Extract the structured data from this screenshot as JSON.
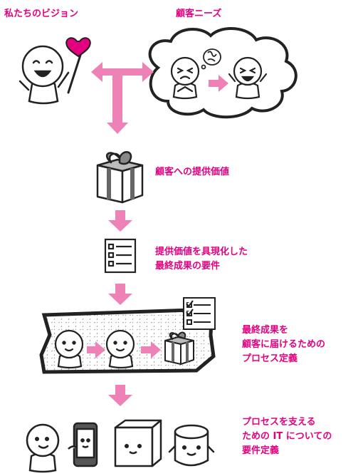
{
  "colors": {
    "accent": "#e4007f",
    "arrow": "#ee82b7",
    "ink": "#222222"
  },
  "labels": {
    "our_vision": "私たちのビジョン",
    "customer_needs": "顧客ニーズ",
    "value_to_customer": "顧客への提供価値",
    "deliverable": {
      "line1": "提供価値を具現化した",
      "line2": "最終成果の要件"
    },
    "process": {
      "line1": "最終成果を",
      "line2": "顧客に届けるための",
      "line3": "プロセス定義"
    },
    "it_requirements": {
      "line1": "プロセスを支える",
      "line2": "ための IT についての",
      "line3": "要件定義"
    }
  }
}
